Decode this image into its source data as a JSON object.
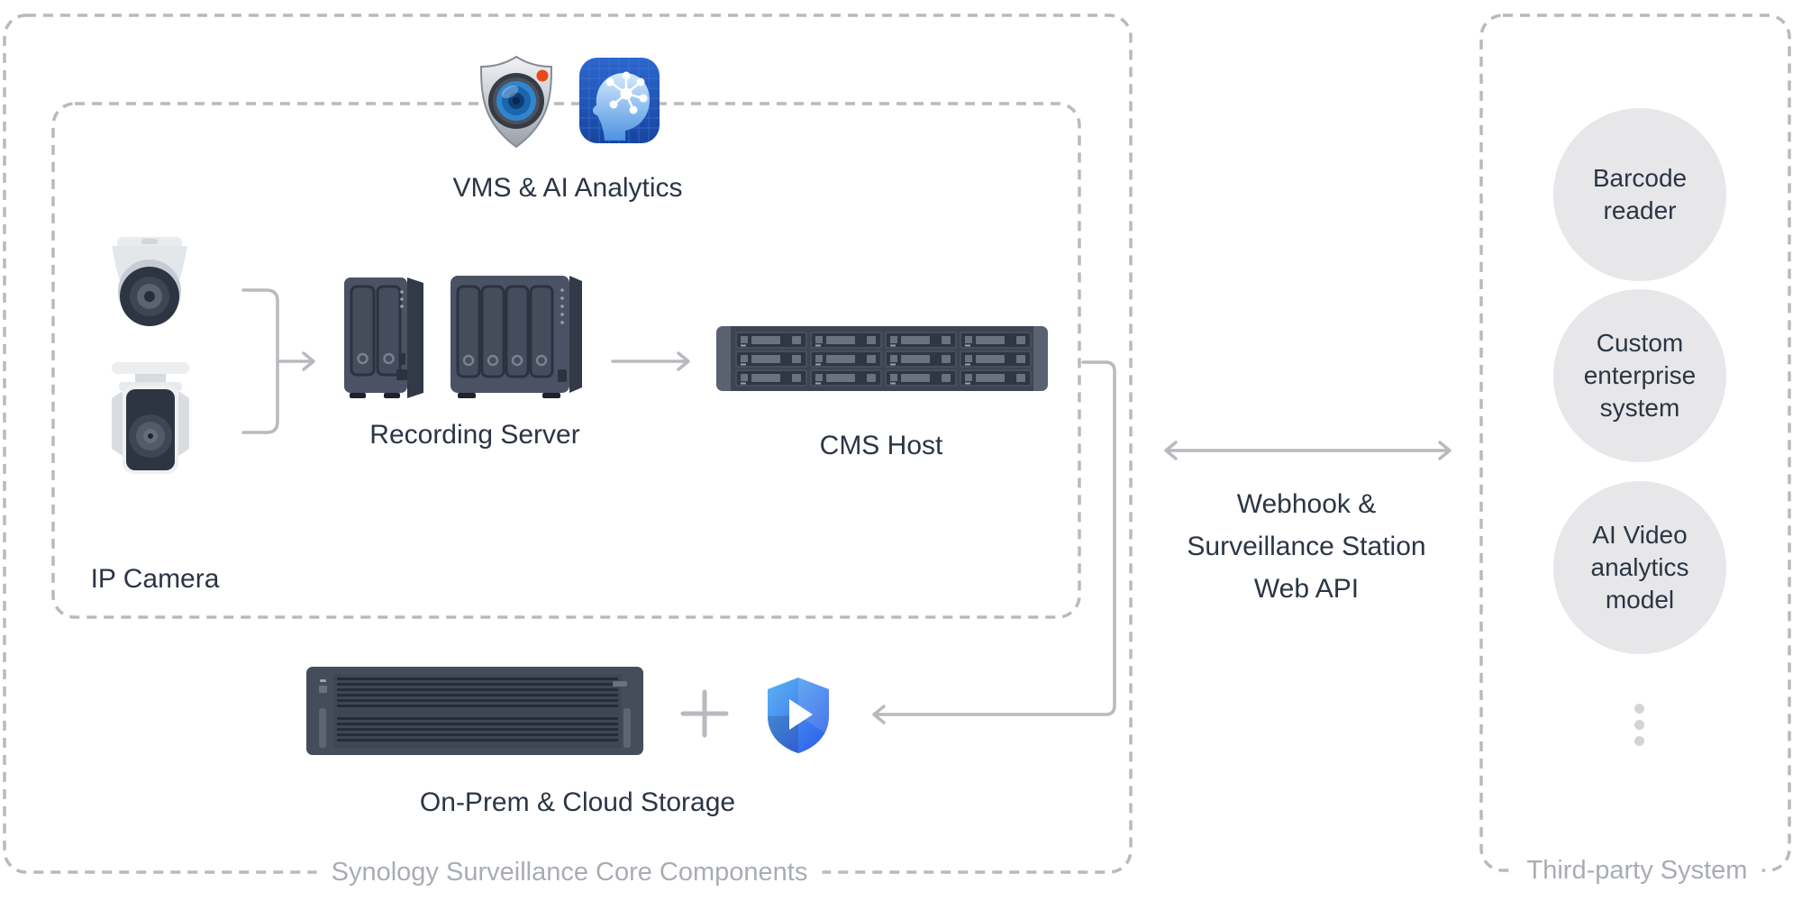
{
  "theme": {
    "colors": {
      "dash_line": "#b7babe",
      "connector": "#b7babe",
      "muted_label": "#a9adb3",
      "text_dark": "#2b3544",
      "node_fill": "#e7e7e9",
      "dots": "#d2d4d7",
      "device_body": "#4a5263",
      "device_bay": "#454d5d",
      "device_dark": "#2b3240",
      "device_side": "#323947",
      "rack_body": "#3d4452",
      "rack_rail": "#5a6272",
      "tray_fill": "#2f3644",
      "tray_detail": "#6a7282",
      "camera_light": "#e9ebee",
      "camera_dark": "#2e3542",
      "shield_silver_top": "#f2f3f5",
      "shield_silver_bottom": "#9aa0a9",
      "lens_blue": "#2f86cf",
      "record_red": "#e84a1e",
      "ai_icon_blue_top": "#2d66cf",
      "ai_icon_blue_bottom": "#17459f",
      "c2_blue_light": "#5db4f5",
      "c2_blue_deep": "#2a58e8"
    }
  },
  "core": {
    "label": "Synology Surveillance Core Components",
    "vms": {
      "label": "VMS & AI Analytics"
    },
    "camera": {
      "label": "IP Camera"
    },
    "recording": {
      "label": "Recording Server"
    },
    "cms": {
      "label": "CMS Host"
    },
    "storage": {
      "label": "On-Prem & Cloud Storage",
      "plus": "+"
    }
  },
  "link": {
    "lines": [
      "Webhook &",
      "Surveillance Station",
      "Web API"
    ]
  },
  "third": {
    "label": "Third-party System",
    "nodes": [
      {
        "lines": [
          "Barcode",
          "reader"
        ]
      },
      {
        "lines": [
          "Custom",
          "enterprise",
          "system"
        ]
      },
      {
        "lines": [
          "AI Video",
          "analytics",
          "model"
        ]
      }
    ]
  }
}
